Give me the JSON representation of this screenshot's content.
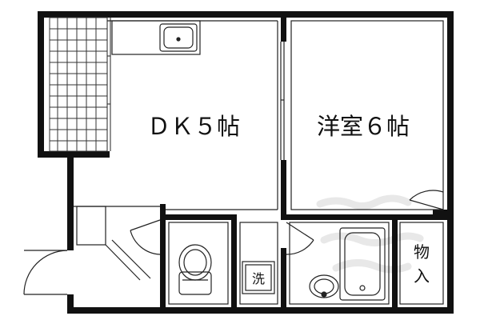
{
  "rooms": {
    "dk_label": "ＤＫ５帖",
    "western_label": "洋室６帖",
    "storage_label_line1": "物",
    "storage_label_line2": "入",
    "washer_label": "洗"
  },
  "colors": {
    "wall": "#111111",
    "line": "#222222",
    "background": "#ffffff",
    "watermark": "#e8e8e8"
  }
}
